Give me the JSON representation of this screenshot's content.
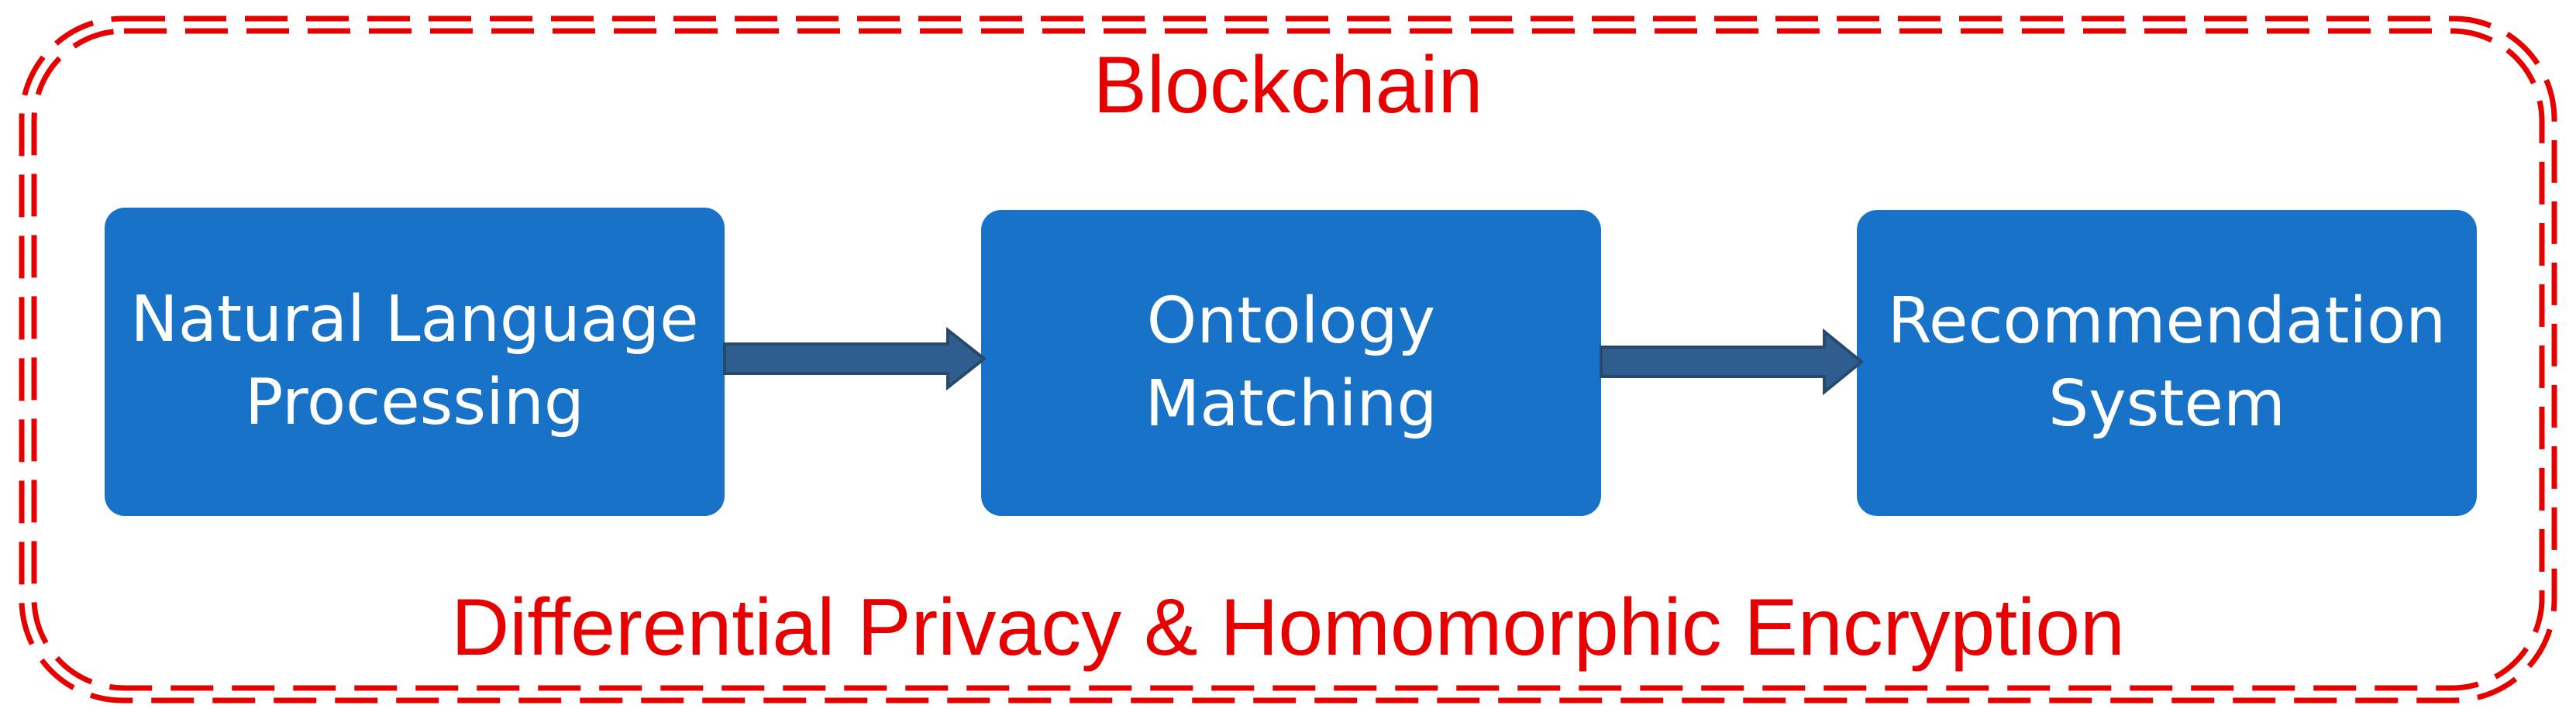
{
  "frame": {
    "top_label": "Blockchain",
    "bottom_label": "Differential Privacy & Homomorphic Encryption",
    "border_color": "#e60000"
  },
  "stages": [
    {
      "line1": "Natural Language",
      "line2": "Processing"
    },
    {
      "line1": "Ontology",
      "line2": "Matching"
    },
    {
      "line1": "Recommendation",
      "line2": "System"
    }
  ],
  "colors": {
    "stage_fill": "#1873c8",
    "stage_text": "#ffffff",
    "arrow_fill": "#2f5e8e",
    "arrow_stroke": "#27496b"
  }
}
